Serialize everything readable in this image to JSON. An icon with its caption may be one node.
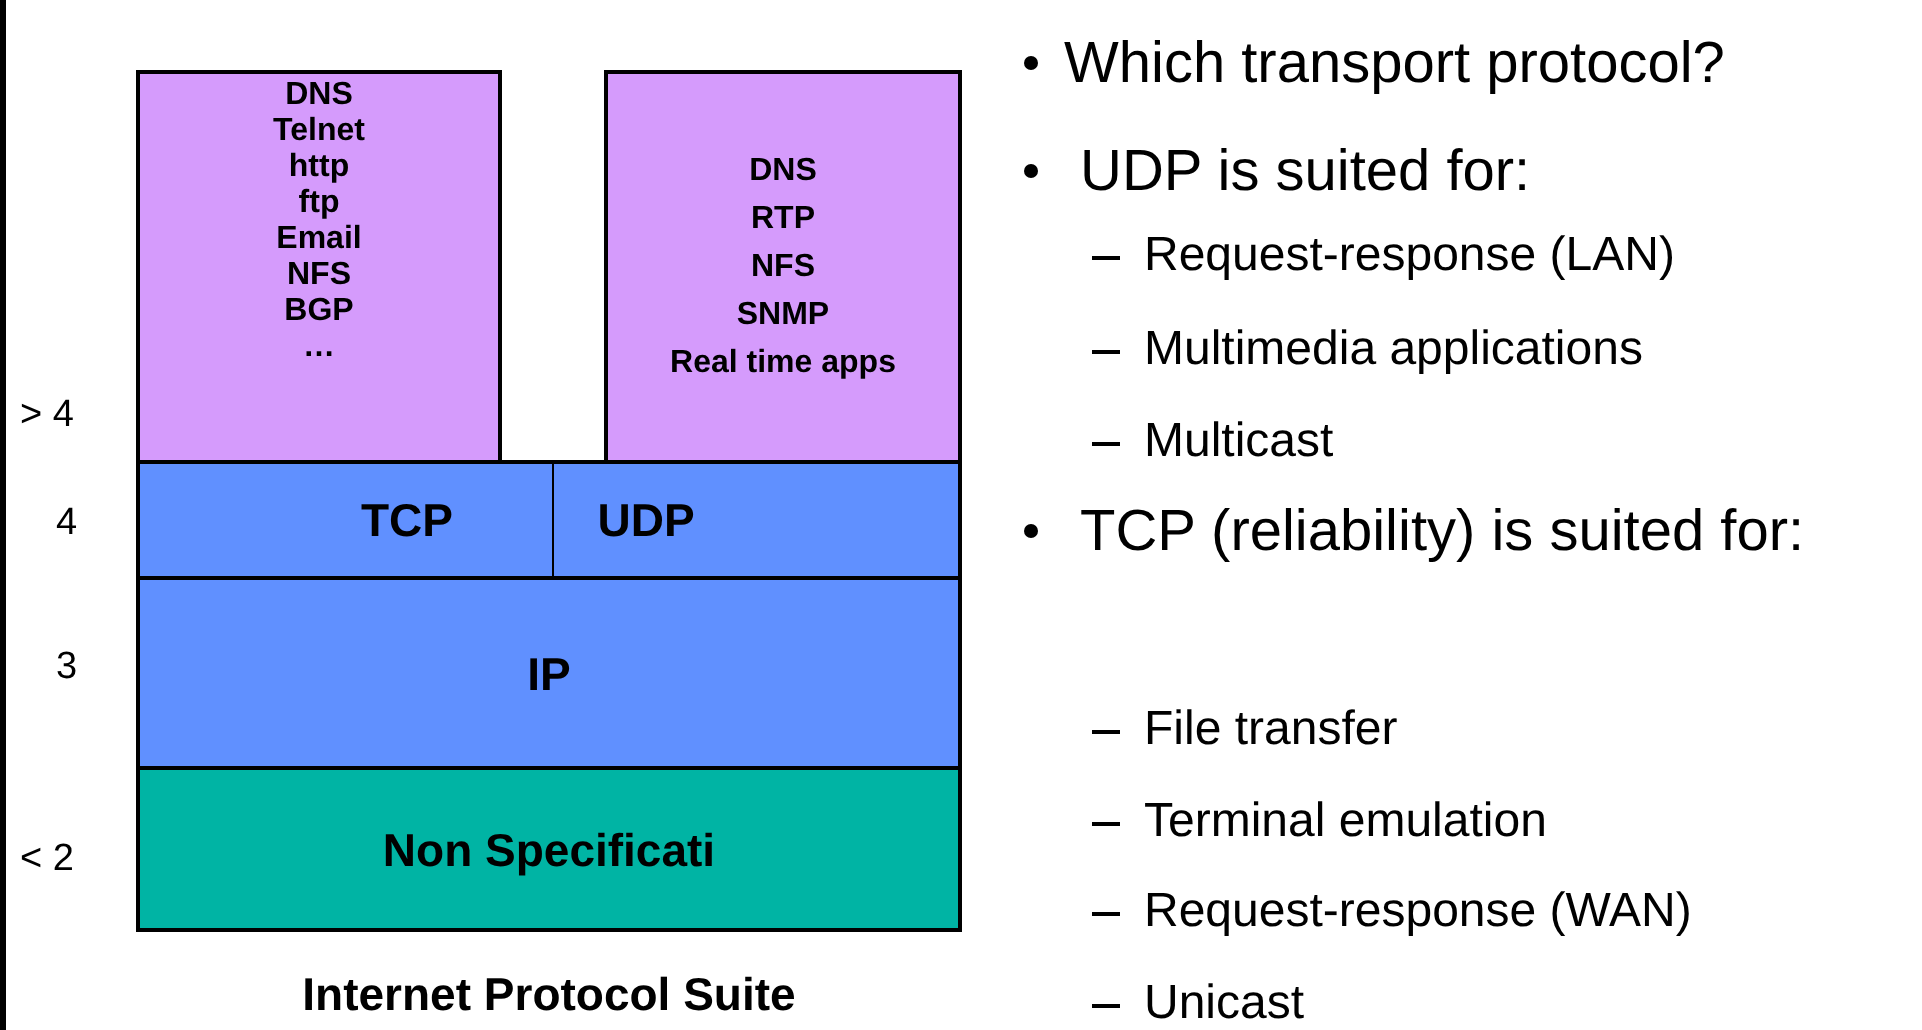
{
  "diagram": {
    "caption": "Internet Protocol Suite",
    "nodes": [
      {
        "text": [
          "DNS",
          "Telnet",
          "http",
          "ftp",
          "Email",
          "NFS",
          "BGP",
          "…"
        ]
      },
      {
        "text": [
          "DNS",
          "RTP",
          "NFS",
          "SNMP",
          "Real time apps"
        ]
      },
      {
        "text": [
          "TCP"
        ]
      },
      {
        "text": [
          "UDP"
        ]
      },
      {
        "text": [
          "IP"
        ]
      },
      {
        "text": [
          "Non Specificati"
        ]
      }
    ],
    "edges": [],
    "labels": [
      "> 4",
      "4",
      "3",
      "< 2",
      "Which transport protocol?",
      "UDP is suited for:",
      "Request-response (LAN)",
      "Multimedia applications",
      "Multicast",
      "TCP (reliability) is suited for:",
      "File transfer",
      "Terminal emulation",
      "Request-response (WAN)",
      "Unicast"
    ]
  }
}
